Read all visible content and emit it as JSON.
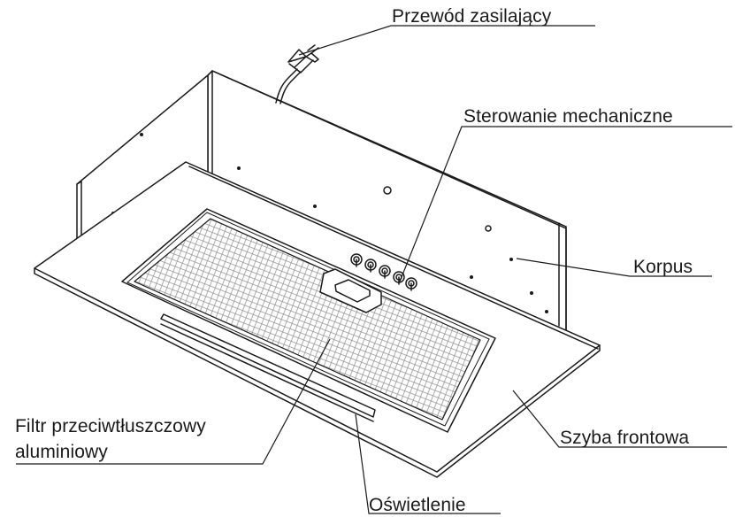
{
  "labels": {
    "power_cord": "Przewód zasilający",
    "mechanical_control": "Sterowanie mechaniczne",
    "housing": "Korpus",
    "front_glass": "Szyba frontowa",
    "lighting": "Oświetlenie",
    "filter_line1": "Filtr przeciwtłuszczowy",
    "filter_line2": "aluminiowy"
  },
  "colors": {
    "line": "#1a1a1a",
    "mesh": "#888888",
    "background": "#ffffff"
  }
}
